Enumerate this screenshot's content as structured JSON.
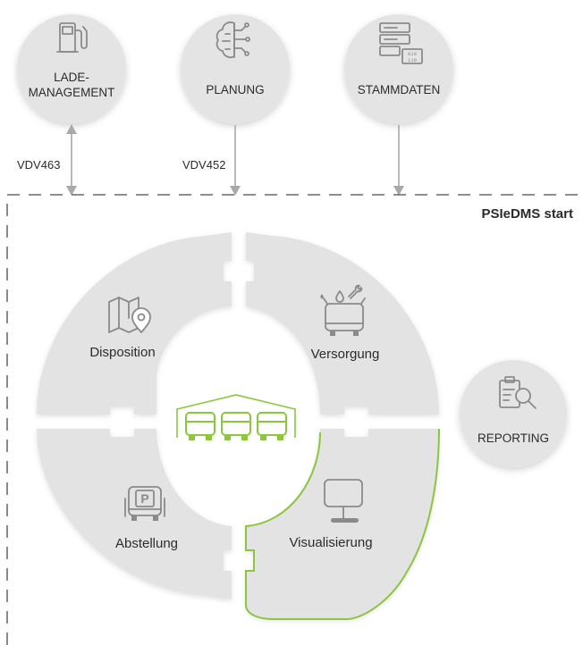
{
  "colors": {
    "accent_green": "#8cc63f",
    "segment_fill": "#e3e3e3",
    "bubble_fill": "#e4e4e4",
    "connector": "#a9a9a9",
    "text": "#2b2b2b"
  },
  "top_systems": [
    {
      "label_lines": [
        "LADE-",
        "MANAGEMENT"
      ],
      "icon": "fuel-pump-icon",
      "interface": "VDV463",
      "direction": "bidirectional"
    },
    {
      "label_lines": [
        "PLANUNG"
      ],
      "icon": "brain-circuit-icon",
      "interface": "VDV452",
      "direction": "down"
    },
    {
      "label_lines": [
        "STAMMDATEN"
      ],
      "icon": "server-data-icon",
      "interface": "",
      "direction": "down"
    }
  ],
  "system_boundary_label": "PSIeDMS start",
  "segments": [
    {
      "label": "Disposition",
      "icon": "map-pin-icon",
      "highlighted": false
    },
    {
      "label": "Versorgung",
      "icon": "bus-service-icon",
      "highlighted": false
    },
    {
      "label": "Abstellung",
      "icon": "bus-parking-icon",
      "highlighted": false
    },
    {
      "label": "Visualisierung",
      "icon": "monitor-icon",
      "highlighted": true
    }
  ],
  "center_icon": "depot-buses-icon",
  "side_system": {
    "label": "REPORTING",
    "icon": "clipboard-search-icon"
  }
}
